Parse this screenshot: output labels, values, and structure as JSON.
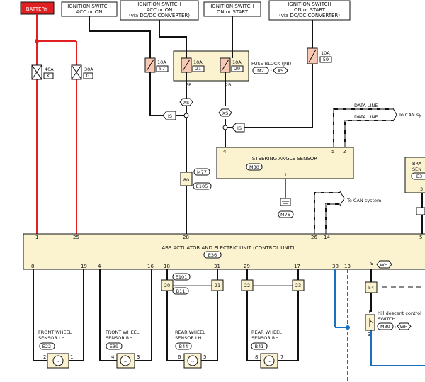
{
  "sources": {
    "battery": "BATTERY",
    "ign_acc_on": [
      "IGNITION SWITCH",
      "ACC or ON"
    ],
    "ign_acc_on_dcdc": [
      "IGNITION SWITCH",
      "ACC or ON",
      "(via DC/DC CONVERTER)"
    ],
    "ign_on_start": [
      "IGNITION SWITCH",
      "ON or START"
    ],
    "ign_on_start_dcdc": [
      "IGNITION SWITCH",
      "ON or START",
      "(via DC/DC CONVERTER)"
    ]
  },
  "fuses": {
    "f40a": [
      "40A",
      "K"
    ],
    "f30a": [
      "30A",
      "G"
    ],
    "f10a_57": [
      "10A",
      "57"
    ],
    "f10a_21": [
      "10A",
      "21"
    ],
    "f10a_29": [
      "10A",
      "29"
    ],
    "f10a_59": [
      "10A",
      "59"
    ]
  },
  "fuse_block": {
    "title": "FUSE BLOCK (J/B)",
    "connector": "M2",
    "connector2": "XS",
    "pin_6b": "6B",
    "pin_2b": "2B"
  },
  "junctions": {
    "is1": "IS",
    "xs1": "XS",
    "xs2": "XS",
    "is2": "IS"
  },
  "data_lines": {
    "line1": "DATA LINE",
    "line2": "DATA LINE",
    "to_can": "To CAN sy",
    "to_can2": "To CAN system"
  },
  "steering_sensor": {
    "title": "STEERING ANGLE SENSOR",
    "connector": "M30",
    "pin4": "4",
    "pin5": "5",
    "pin2": "2",
    "pin1": "1",
    "ground": "M76"
  },
  "connector_80": {
    "pin": "80",
    "a": "M77",
    "b": "E105"
  },
  "brake_partial": {
    "l1": "BRA",
    "l2": "SEN",
    "conn": "E3",
    "pin": "3"
  },
  "abs": {
    "title": "ABS ACTUATOR AND ELECTRIC UNIT (CONTROL UNIT)",
    "connector": "E36",
    "top_pins": [
      "1",
      "25",
      "28",
      "26",
      "14",
      "5"
    ],
    "bottom_pins": [
      "8",
      "19",
      "4",
      "16",
      "18",
      "31",
      "29",
      "17",
      "38",
      "13",
      "9"
    ],
    "wh": "WH"
  },
  "inline_connectors": {
    "c20": "20",
    "c21": "21",
    "c22": "22",
    "c23": "23",
    "c54": "54",
    "e101": "E101",
    "b11": "B11"
  },
  "sensors": [
    {
      "name": [
        "FRONT WHEEL",
        "SENSOR LH"
      ],
      "connector": "E22",
      "p1": "2",
      "p2": "1"
    },
    {
      "name": [
        "FRONT WHEEL",
        "SENSOR RH"
      ],
      "connector": "E39",
      "p1": "4",
      "p2": "3"
    },
    {
      "name": [
        "REAR WHEEL",
        "SENSOR LH"
      ],
      "connector": "B44",
      "p1": "6",
      "p2": "5"
    },
    {
      "name": [
        "REAR WHEEL",
        "SENSOR RH"
      ],
      "connector": "B41",
      "p1": "8",
      "p2": "7"
    }
  ],
  "hill_descent": {
    "name": [
      "hill descent control",
      "SWITCH"
    ],
    "connector": "M39",
    "wh": "WH",
    "p1": "1",
    "p3": "3"
  }
}
